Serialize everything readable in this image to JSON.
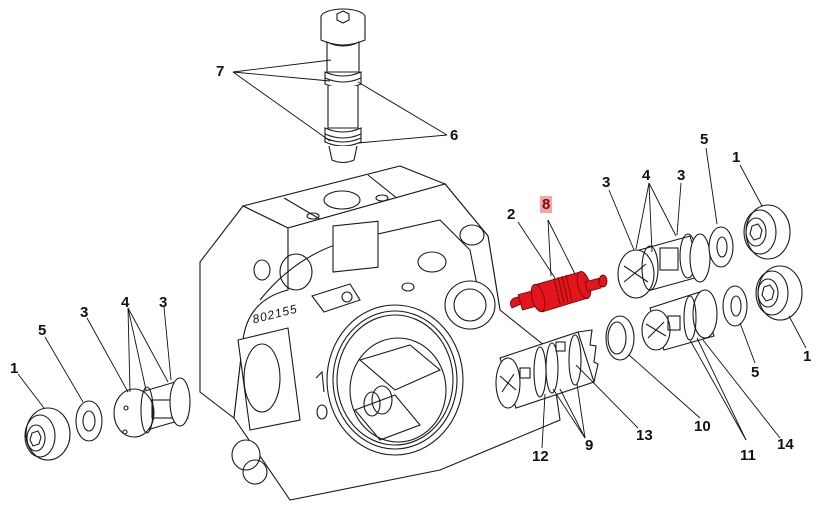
{
  "diagram": {
    "title": "Exploded parts view - valve block assembly",
    "highlight_color": "#e3141c",
    "highlight_label_bg": "#f4a6a6",
    "serial_number": "802155",
    "highlighted_part": "8",
    "callouts": [
      {
        "id": "c7",
        "text": "7",
        "part": "screw body"
      },
      {
        "id": "c6",
        "text": "6",
        "part": "o-rings on screw"
      },
      {
        "id": "c8",
        "text": "8",
        "part": "highlighted cartridge seals",
        "highlighted": true
      },
      {
        "id": "c2",
        "text": "2",
        "part": "red cartridge"
      },
      {
        "id": "c3a",
        "text": "3",
        "part": "right upper valve seal (left)"
      },
      {
        "id": "c4a",
        "text": "4",
        "part": "right upper valve rings"
      },
      {
        "id": "c3b",
        "text": "3",
        "part": "right upper valve seal (right)"
      },
      {
        "id": "c5a",
        "text": "5",
        "part": "upper right washer"
      },
      {
        "id": "c1a",
        "text": "1",
        "part": "upper right plug"
      },
      {
        "id": "c1b",
        "text": "1",
        "part": "lower right plug"
      },
      {
        "id": "c5b",
        "text": "5",
        "part": "lower right washer"
      },
      {
        "id": "c14",
        "text": "14",
        "part": "lower right valve seal"
      },
      {
        "id": "c11",
        "text": "11",
        "part": "lower right valve rings"
      },
      {
        "id": "c10",
        "text": "10",
        "part": "disc"
      },
      {
        "id": "c13",
        "text": "13",
        "part": "sleeve end"
      },
      {
        "id": "c9",
        "text": "9",
        "part": "sleeve rings"
      },
      {
        "id": "c12",
        "text": "12",
        "part": "sleeve seal"
      },
      {
        "id": "c1c",
        "text": "1",
        "part": "left plug"
      },
      {
        "id": "c5c",
        "text": "5",
        "part": "left washer"
      },
      {
        "id": "c3c",
        "text": "3",
        "part": "left valve seal (left)"
      },
      {
        "id": "c4c",
        "text": "4",
        "part": "left valve rings"
      },
      {
        "id": "c3d",
        "text": "3",
        "part": "left valve seal (right)"
      }
    ]
  }
}
